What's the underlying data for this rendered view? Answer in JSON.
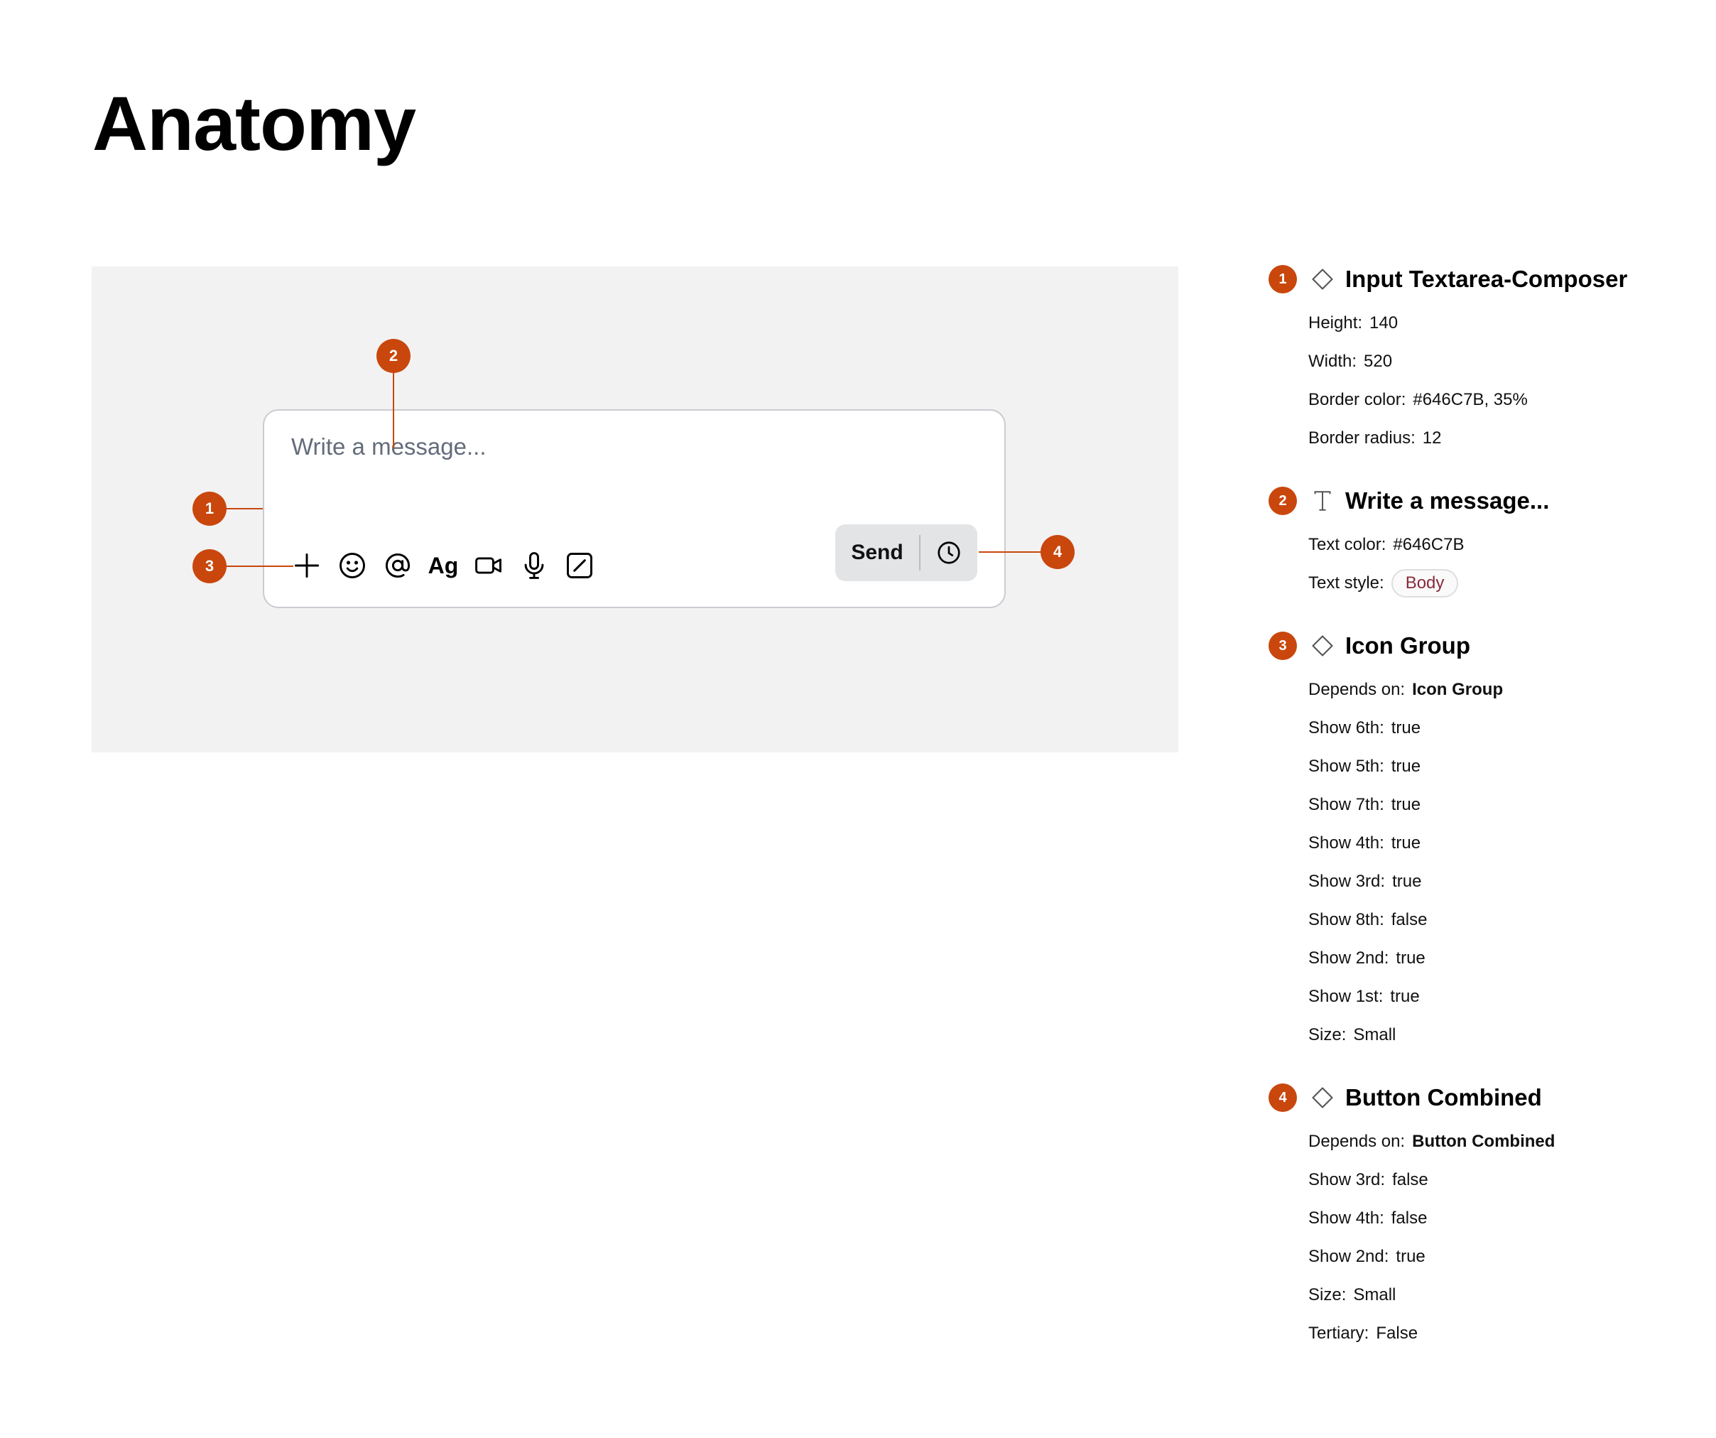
{
  "page": {
    "title": "Anatomy"
  },
  "composer": {
    "placeholder": "Write a message...",
    "icons": [
      "plus-icon",
      "emoji-icon",
      "mention-icon",
      "text-format-icon",
      "video-icon",
      "microphone-icon",
      "edit-icon"
    ],
    "format_label": "Ag",
    "send_label": "Send",
    "schedule_icon": "clock-icon",
    "border_color": "#646C7B"
  },
  "markers": [
    "1",
    "2",
    "3",
    "4"
  ],
  "accent_color": "#c9470c",
  "specs": [
    {
      "number": "1",
      "type_icon": "component-diamond-icon",
      "title": "Input Textarea-Composer",
      "props": [
        {
          "label": "Height:",
          "value": "140"
        },
        {
          "label": "Width:",
          "value": "520"
        },
        {
          "label": "Border color:",
          "value": "#646C7B, 35%"
        },
        {
          "label": "Border radius:",
          "value": "12"
        }
      ]
    },
    {
      "number": "2",
      "type_icon": "text-layer-icon",
      "title": "Write a message...",
      "props": [
        {
          "label": "Text color:",
          "value": "#646C7B"
        },
        {
          "label": "Text style:",
          "value": "Body"
        }
      ]
    },
    {
      "number": "3",
      "type_icon": "component-diamond-icon",
      "title": "Icon Group",
      "props": [
        {
          "label": "Depends on:",
          "value": "Icon Group"
        },
        {
          "label": "Show 6th:",
          "value": "true"
        },
        {
          "label": "Show 5th:",
          "value": "true"
        },
        {
          "label": "Show 7th:",
          "value": "true"
        },
        {
          "label": "Show 4th:",
          "value": "true"
        },
        {
          "label": "Show 3rd:",
          "value": "true"
        },
        {
          "label": "Show 8th:",
          "value": "false"
        },
        {
          "label": "Show 2nd:",
          "value": "true"
        },
        {
          "label": "Show 1st:",
          "value": "true"
        },
        {
          "label": "Size:",
          "value": "Small"
        }
      ]
    },
    {
      "number": "4",
      "type_icon": "component-diamond-icon",
      "title": "Button Combined",
      "props": [
        {
          "label": "Depends on:",
          "value": "Button Combined"
        },
        {
          "label": "Show 3rd:",
          "value": "false"
        },
        {
          "label": "Show 4th:",
          "value": "false"
        },
        {
          "label": "Show 2nd:",
          "value": "true"
        },
        {
          "label": "Size:",
          "value": "Small"
        },
        {
          "label": "Tertiary:",
          "value": "False"
        }
      ]
    }
  ]
}
